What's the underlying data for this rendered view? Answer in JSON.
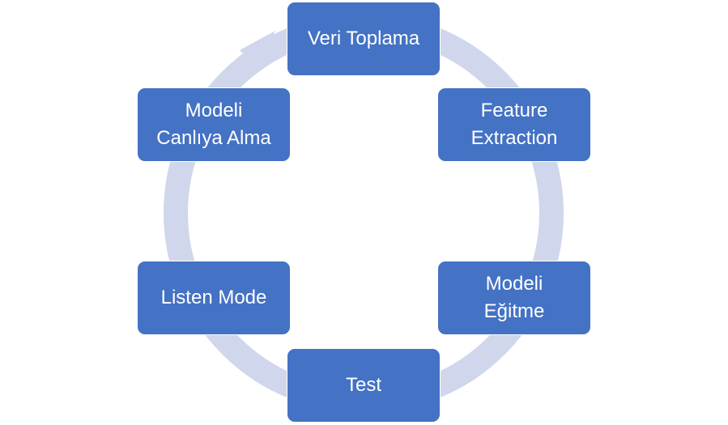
{
  "diagram": {
    "type": "cycle",
    "colors": {
      "box_fill": "#4472c4",
      "box_text": "#ffffff",
      "ring": "#d0d6eb"
    },
    "steps": [
      {
        "label": "Veri Toplama"
      },
      {
        "label": "Feature\nExtraction"
      },
      {
        "label": "Modeli\nEğitme"
      },
      {
        "label": "Test"
      },
      {
        "label": "Listen Mode"
      },
      {
        "label": "Modeli\nCanlıya Alma"
      }
    ]
  }
}
